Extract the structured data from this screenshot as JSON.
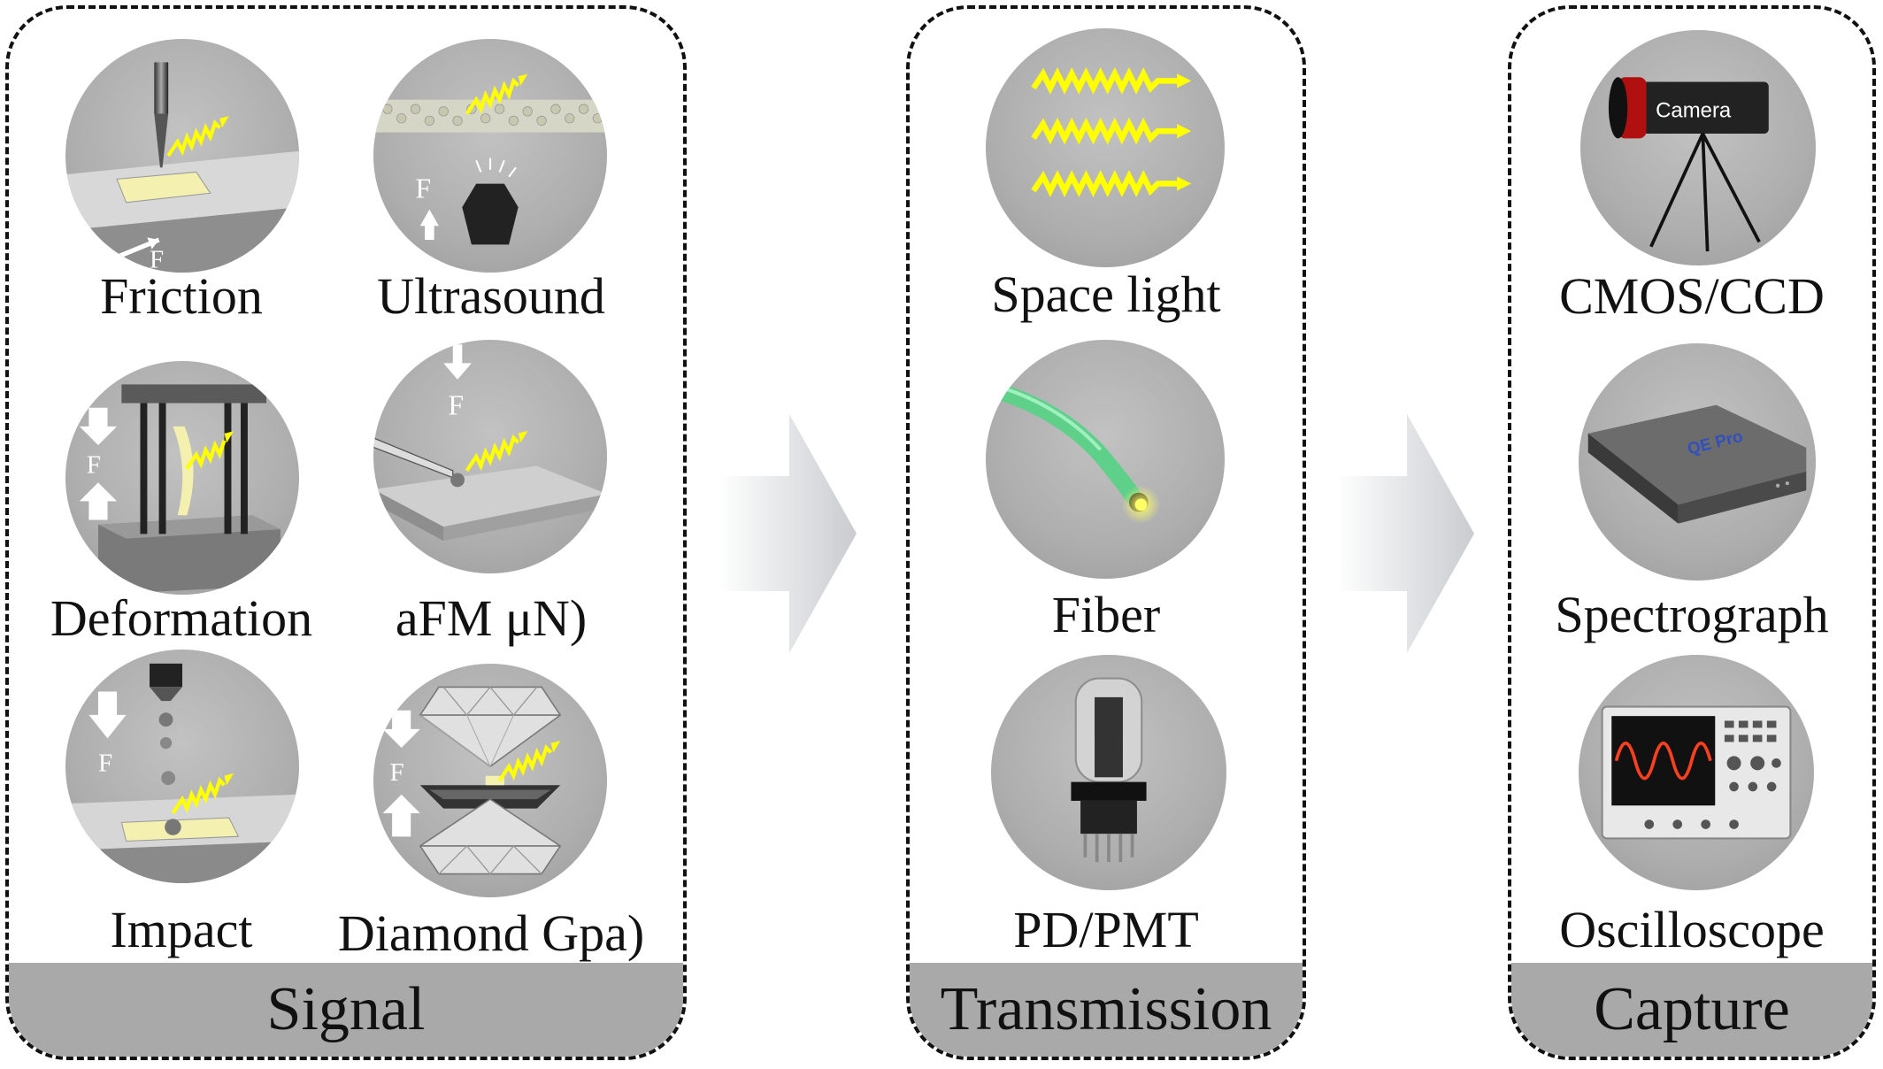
{
  "signal": {
    "title": "Signal",
    "friction": "Friction",
    "ultrasound": "Ultrasound",
    "deformation": "Deformation",
    "afm": "aFM μN)",
    "impact": "Impact",
    "diamond": "Diamond Gpa)",
    "force_letter": "F"
  },
  "transmission": {
    "title": "Transmission",
    "space_light": "Space light",
    "fiber": "Fiber",
    "pd_pmt": "PD/PMT"
  },
  "capture": {
    "title": "Capture",
    "cmos_ccd": "CMOS/CCD",
    "camera_text": "Camera",
    "spectrograph": "Spectrograph",
    "qe_pro_text": "QE Pro",
    "oscilloscope": "Oscilloscope"
  },
  "colors": {
    "panel_footer": "#a9a9a9",
    "light_wave": "#ffff00",
    "fiber_green": "#5fd08a",
    "circle_gray": "#b0b0b0"
  }
}
